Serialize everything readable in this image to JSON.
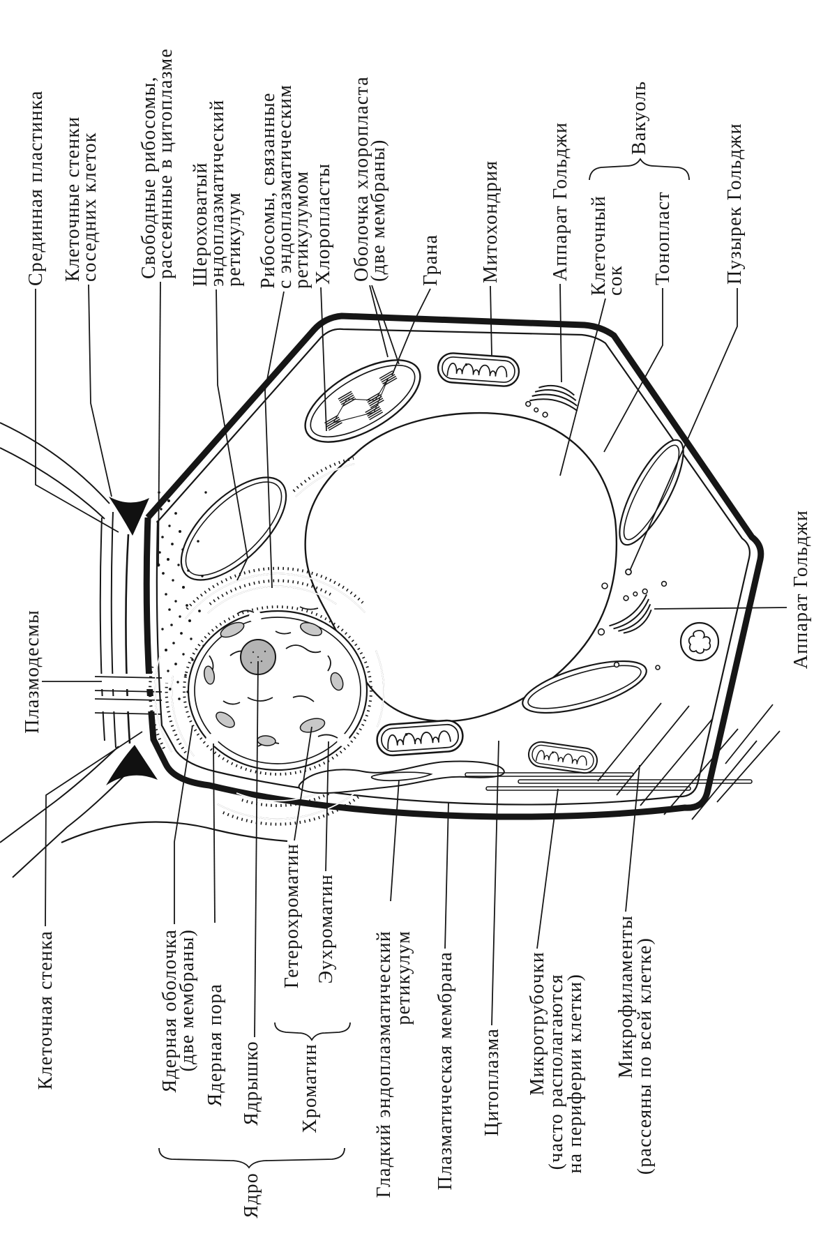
{
  "figure": {
    "type": "plant-cell-structure-diagram",
    "language": "ru",
    "colors": {
      "ink": "#161616",
      "paper": "#ffffff",
      "chromatin_fill": "#c8c8c8",
      "nucleolus_fill": "#b4b4b4",
      "junction_fill": "#111111"
    }
  },
  "labels": {
    "top": [
      {
        "id": "median-lamella",
        "lines": [
          "Срединная пластинка"
        ]
      },
      {
        "id": "neighbor-cell-walls",
        "lines": [
          "Клеточные стенки",
          "соседних клеток"
        ]
      },
      {
        "id": "free-ribosomes",
        "lines": [
          "Свободные рибосомы,",
          "рассеянные в цитоплазме"
        ]
      },
      {
        "id": "rough-er",
        "lines": [
          "Шероховатый",
          "эндоплазматический",
          "ретикулум"
        ]
      },
      {
        "id": "bound-ribosomes",
        "lines": [
          "Рибосомы, связанные",
          "с эндоплазматическим",
          "ретикулумом"
        ]
      },
      {
        "id": "chloroplasts",
        "lines": [
          "Хлоропласты"
        ]
      },
      {
        "id": "chloroplast-envelope",
        "lines": [
          "Оболочка хлоропласта",
          "(две мембраны)"
        ]
      },
      {
        "id": "granum",
        "lines": [
          "Грана"
        ]
      },
      {
        "id": "mitochondrion",
        "lines": [
          "Митохондрия"
        ]
      },
      {
        "id": "golgi-apparatus-top",
        "lines": [
          "Аппарат Гольджи"
        ]
      },
      {
        "id": "cell-sap",
        "lines": [
          "Клеточный",
          "сок"
        ]
      },
      {
        "id": "tonoplast",
        "lines": [
          "Тонопласт"
        ]
      },
      {
        "id": "golgi-vesicle",
        "lines": [
          "Пузырек Гольджи"
        ]
      }
    ],
    "top_groups": [
      {
        "id": "vacuole",
        "label": "Вакуоль"
      }
    ],
    "left": [
      {
        "id": "plasmodesmata",
        "lines": [
          "Плазмодесмы"
        ]
      }
    ],
    "right": [
      {
        "id": "golgi-apparatus-right",
        "lines": [
          "Аппарат Гольджи"
        ]
      }
    ],
    "bottom": [
      {
        "id": "cell-wall",
        "lines": [
          "Клеточная стенка"
        ]
      },
      {
        "id": "nuclear-envelope",
        "lines": [
          "Ядерная оболочка",
          "(две мембраны)"
        ]
      },
      {
        "id": "nuclear-pore",
        "lines": [
          "Ядерная пора"
        ]
      },
      {
        "id": "nucleolus",
        "lines": [
          "Ядрышко"
        ]
      },
      {
        "id": "heterochromatin",
        "lines": [
          "Гетерохроматин"
        ]
      },
      {
        "id": "euchromatin",
        "lines": [
          "Эухроматин"
        ]
      },
      {
        "id": "smooth-er",
        "lines": [
          "Гладкий эндоплазматический",
          "ретикулум"
        ]
      },
      {
        "id": "plasma-membrane",
        "lines": [
          "Плазматическая мембрана"
        ]
      },
      {
        "id": "cytoplasm",
        "lines": [
          "Цитоплазма"
        ]
      },
      {
        "id": "microtubules",
        "lines": [
          "Микротрубочки",
          "(часто располагаются",
          "на периферии клетки)"
        ]
      },
      {
        "id": "microfilaments",
        "lines": [
          "Микрофиламенты",
          "(рассеяны по всей клетке)"
        ]
      }
    ],
    "bottom_groups": [
      {
        "id": "chromatin",
        "label": "Хроматин"
      },
      {
        "id": "nucleus",
        "label": "Ядро"
      }
    ]
  }
}
